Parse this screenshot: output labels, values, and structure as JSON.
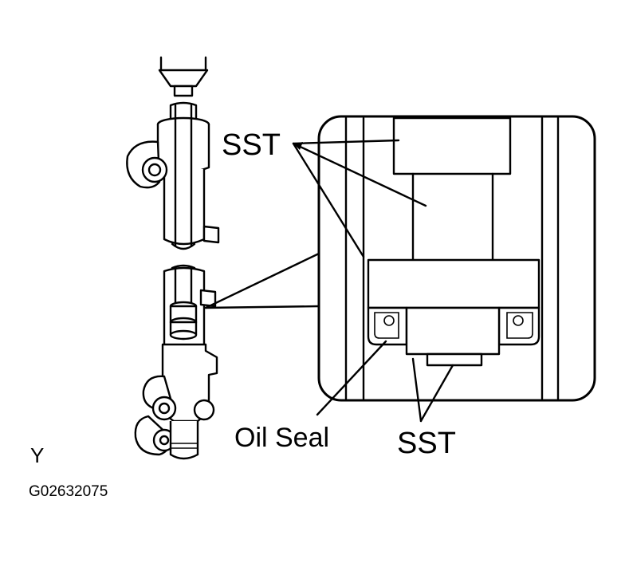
{
  "labels": {
    "sst_top": "SST",
    "oil_seal": "Oil Seal",
    "sst_bottom": "SST",
    "view_letter": "Y",
    "figure_code": "G02632075"
  }
}
